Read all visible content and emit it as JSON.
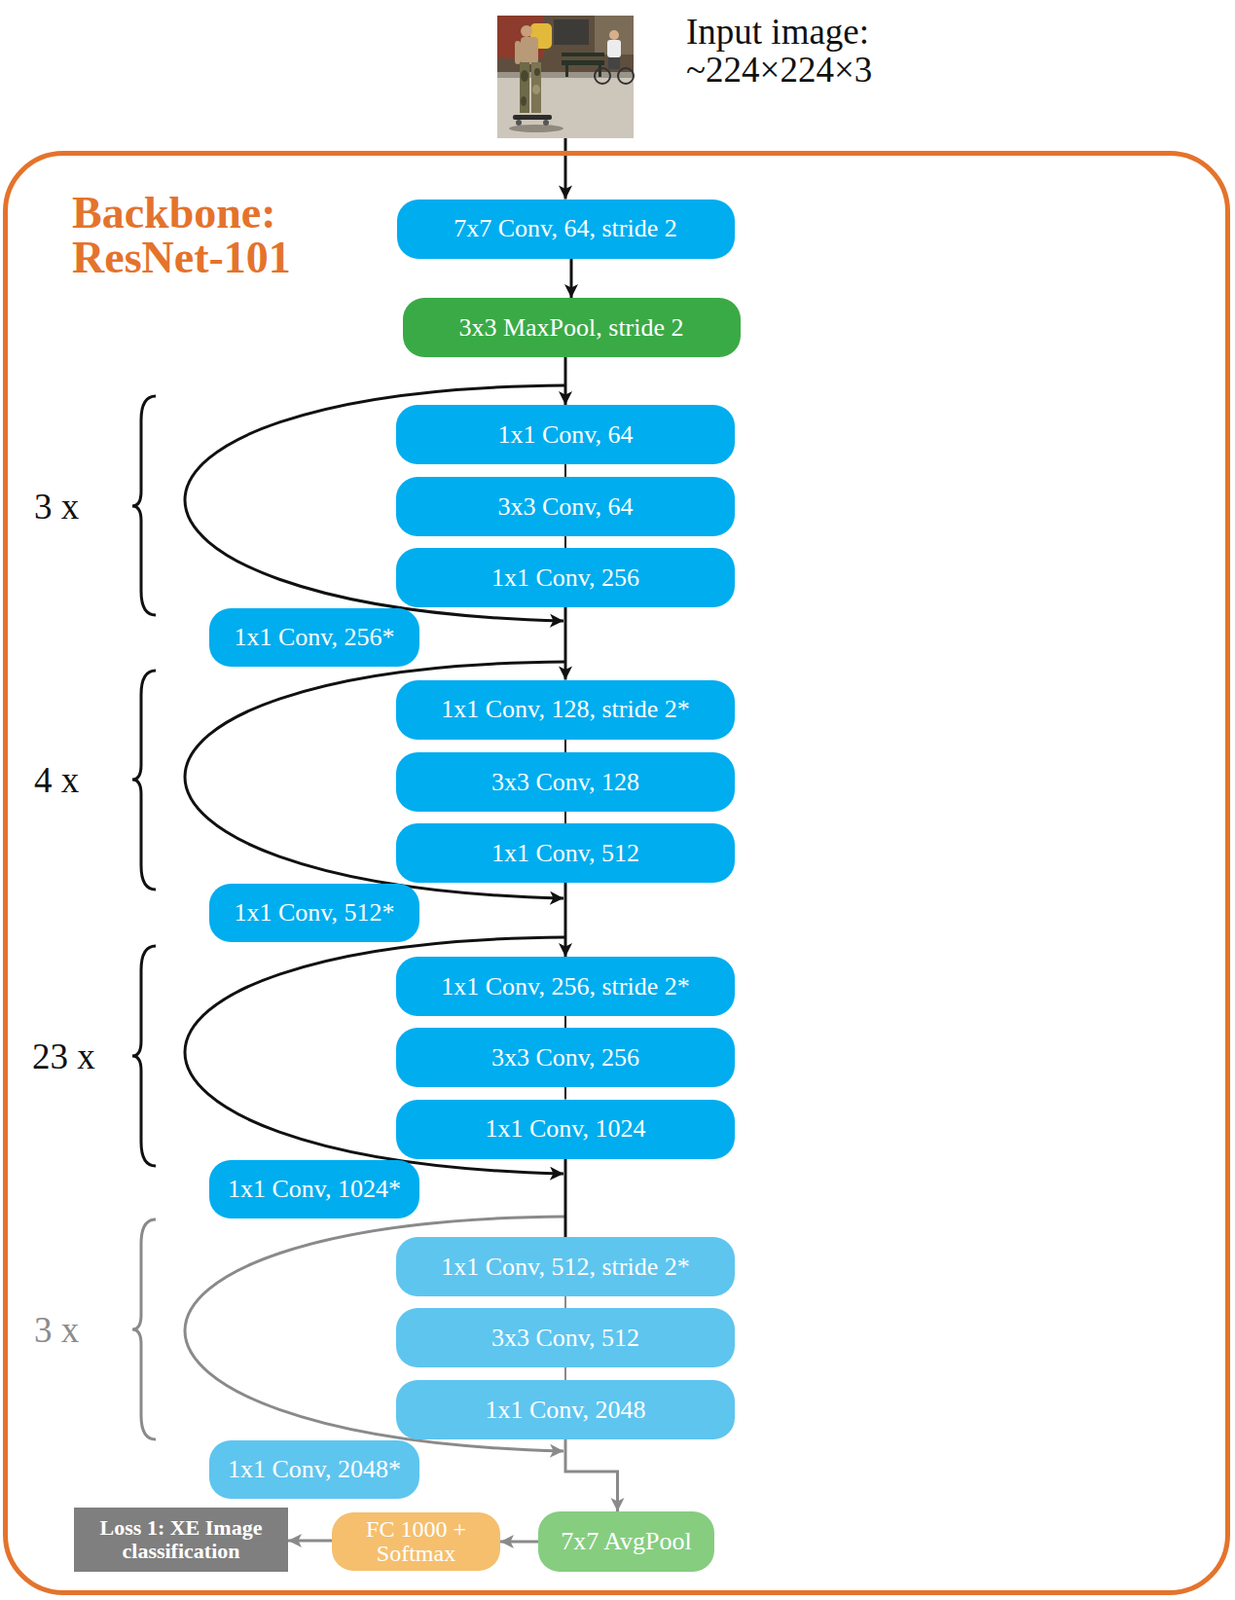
{
  "diagram": {
    "nodes": [
      {
        "text": [
          "Input image: ~224×224×3"
        ]
      },
      {
        "text": [
          "Backbone: ResNet-101"
        ]
      },
      {
        "text": [
          "7x7 Conv, 64, stride 2"
        ],
        "in": 1
      },
      {
        "text": [
          "3x3 MaxPool, stride 2"
        ],
        "in": 1
      },
      {
        "text": [
          "1x1 Conv, 64"
        ],
        "in": 1
      },
      {
        "text": [
          "3x3 Conv, 64"
        ],
        "in": 1
      },
      {
        "text": [
          "1x1 Conv, 256"
        ],
        "in": 1
      },
      {
        "text": [
          "1x1 Conv, 256*"
        ],
        "in": 1
      },
      {
        "text": [
          "1x1 Conv, 128, stride 2*"
        ],
        "in": 1
      },
      {
        "text": [
          "3x3 Conv, 128"
        ],
        "in": 1
      },
      {
        "text": [
          "1x1 Conv, 512"
        ],
        "in": 1
      },
      {
        "text": [
          "1x1 Conv, 512*"
        ],
        "in": 1
      },
      {
        "text": [
          "1x1 Conv, 256, stride 2*"
        ],
        "in": 1
      },
      {
        "text": [
          "3x3 Conv, 256"
        ],
        "in": 1
      },
      {
        "text": [
          "1x1 Conv, 1024"
        ],
        "in": 1
      },
      {
        "text": [
          "1x1 Conv, 1024*"
        ],
        "in": 1
      },
      {
        "text": [
          "1x1 Conv, 512, stride 2*"
        ],
        "in": 1
      },
      {
        "text": [
          "3x3 Conv, 512"
        ],
        "in": 1
      },
      {
        "text": [
          "1x1 Conv, 2048"
        ],
        "in": 1
      },
      {
        "text": [
          "1x1 Conv, 2048*"
        ],
        "in": 1
      },
      {
        "text": [
          "Loss 1: XE Image classification"
        ],
        "in": 1
      },
      {
        "text": [
          "FC 1000 + Softmax"
        ],
        "in": 1
      },
      {
        "text": [
          "7x7 AvgPool"
        ],
        "in": 1
      }
    ],
    "edges": [
      {
        "from": 0,
        "to": 2,
        "arrow": "to"
      },
      {
        "from": 2,
        "to": 3,
        "arrow": "to"
      },
      {
        "from": 3,
        "to": 4,
        "arrow": "to"
      },
      {
        "from": 4,
        "to": 5,
        "arrow": "none"
      },
      {
        "from": 5,
        "to": 6,
        "arrow": "none"
      },
      {
        "from": 6,
        "to": 8,
        "arrow": "to"
      },
      {
        "from": 8,
        "to": 9,
        "arrow": "none"
      },
      {
        "from": 9,
        "to": 10,
        "arrow": "none"
      },
      {
        "from": 10,
        "to": 12,
        "arrow": "to"
      },
      {
        "from": 12,
        "to": 13,
        "arrow": "none"
      },
      {
        "from": 13,
        "to": 14,
        "arrow": "none"
      },
      {
        "from": 14,
        "to": 16,
        "arrow": "none"
      },
      {
        "from": 16,
        "to": 17,
        "arrow": "none"
      },
      {
        "from": 17,
        "to": 18,
        "arrow": "none"
      },
      {
        "from": 18,
        "to": 22,
        "arrow": "to"
      },
      {
        "from": 22,
        "to": 21,
        "arrow": "to"
      },
      {
        "from": 21,
        "to": 20,
        "arrow": "to"
      }
    ],
    "labels": [
      "3 x",
      "4 x",
      "23 x",
      "3 x"
    ]
  }
}
